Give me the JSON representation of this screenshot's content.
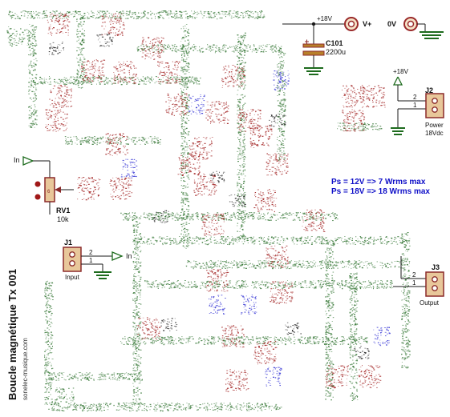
{
  "title": "Boucle magnétique Tx 001",
  "website": "sonelec-musique.com",
  "supply": {
    "plus18_label": "+18V",
    "vplus_label": "V+",
    "zero_v_label": "0V"
  },
  "capacitor": {
    "ref": "C101",
    "value": "2200u"
  },
  "power_connector": {
    "ref": "J2",
    "rail_label": "+18V",
    "pin_top": "2",
    "pin_bottom": "1",
    "name": "Power",
    "spec": "18Vdc"
  },
  "input_connector": {
    "ref": "J1",
    "pin_top": "2",
    "pin_bottom": "1",
    "name": "Input",
    "signal_label": "In"
  },
  "output_connector": {
    "ref": "J3",
    "pin_top": "2",
    "pin_bottom": "1",
    "name": "Output"
  },
  "potentiometer": {
    "ref": "RV1",
    "value": "10k",
    "input_label": "In"
  },
  "notes": [
    "Ps = 12V => 7 Wrms max",
    "Ps = 18V => 18 Wrms max"
  ],
  "colors": {
    "component": "#8b2a2a",
    "connector_fill": "#d6b07a",
    "wire": "#1a1a1a",
    "trace_green": "#3a7a3a",
    "trace_red": "#a52a2a",
    "trace_blue": "#3b3bd6",
    "ground": "#1d6b1d",
    "note_blue": "#1010c8"
  }
}
